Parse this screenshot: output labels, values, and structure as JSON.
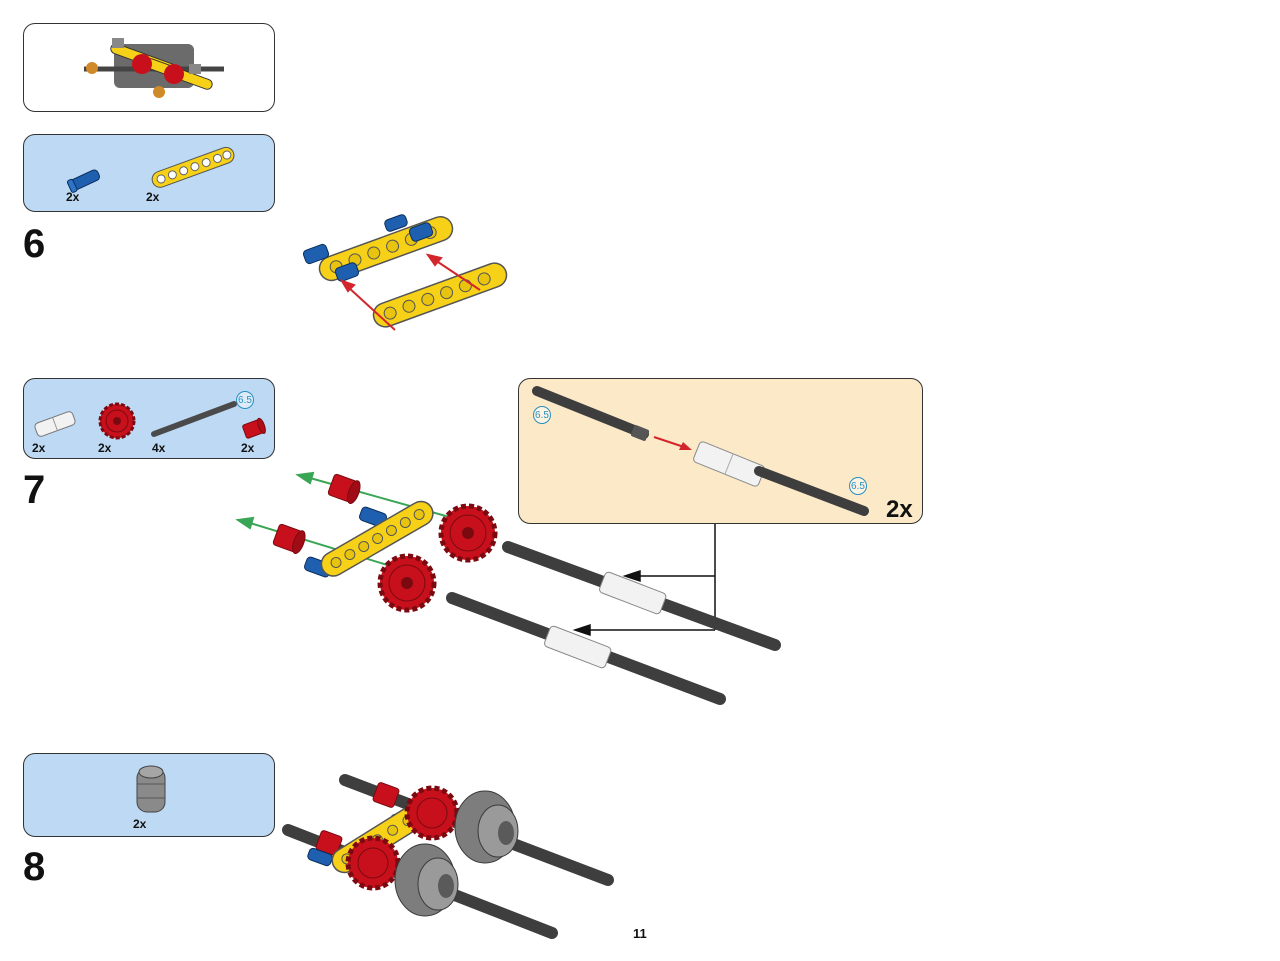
{
  "page_number": "11",
  "prev_model": {
    "label": ""
  },
  "step6": {
    "number": "6",
    "parts": [
      {
        "part": "blue-pin",
        "qty": "2x"
      },
      {
        "part": "yellow-beam-7",
        "qty": "2x"
      }
    ]
  },
  "step7": {
    "number": "7",
    "parts": [
      {
        "part": "white-connector",
        "qty": "2x"
      },
      {
        "part": "red-gear",
        "qty": "2x"
      },
      {
        "part": "axle",
        "qty": "4x",
        "length_tag": "6.5"
      },
      {
        "part": "red-bush",
        "qty": "2x"
      }
    ],
    "subassembly": {
      "multiplier": "2x",
      "length_tags": [
        "6.5",
        "6.5"
      ]
    }
  },
  "step8": {
    "number": "8",
    "parts": [
      {
        "part": "grey-hub",
        "qty": "2x"
      }
    ]
  },
  "colors": {
    "callout_blue": "#bdd9f3",
    "callout_cream": "#fbe9c8",
    "beam_yellow": "#f7d117",
    "gear_red": "#c8101c",
    "pin_blue": "#1f5fb0",
    "axle_grey": "#4a4a4a",
    "arrow_red": "#d3262c",
    "arrow_green": "#3aa655"
  }
}
